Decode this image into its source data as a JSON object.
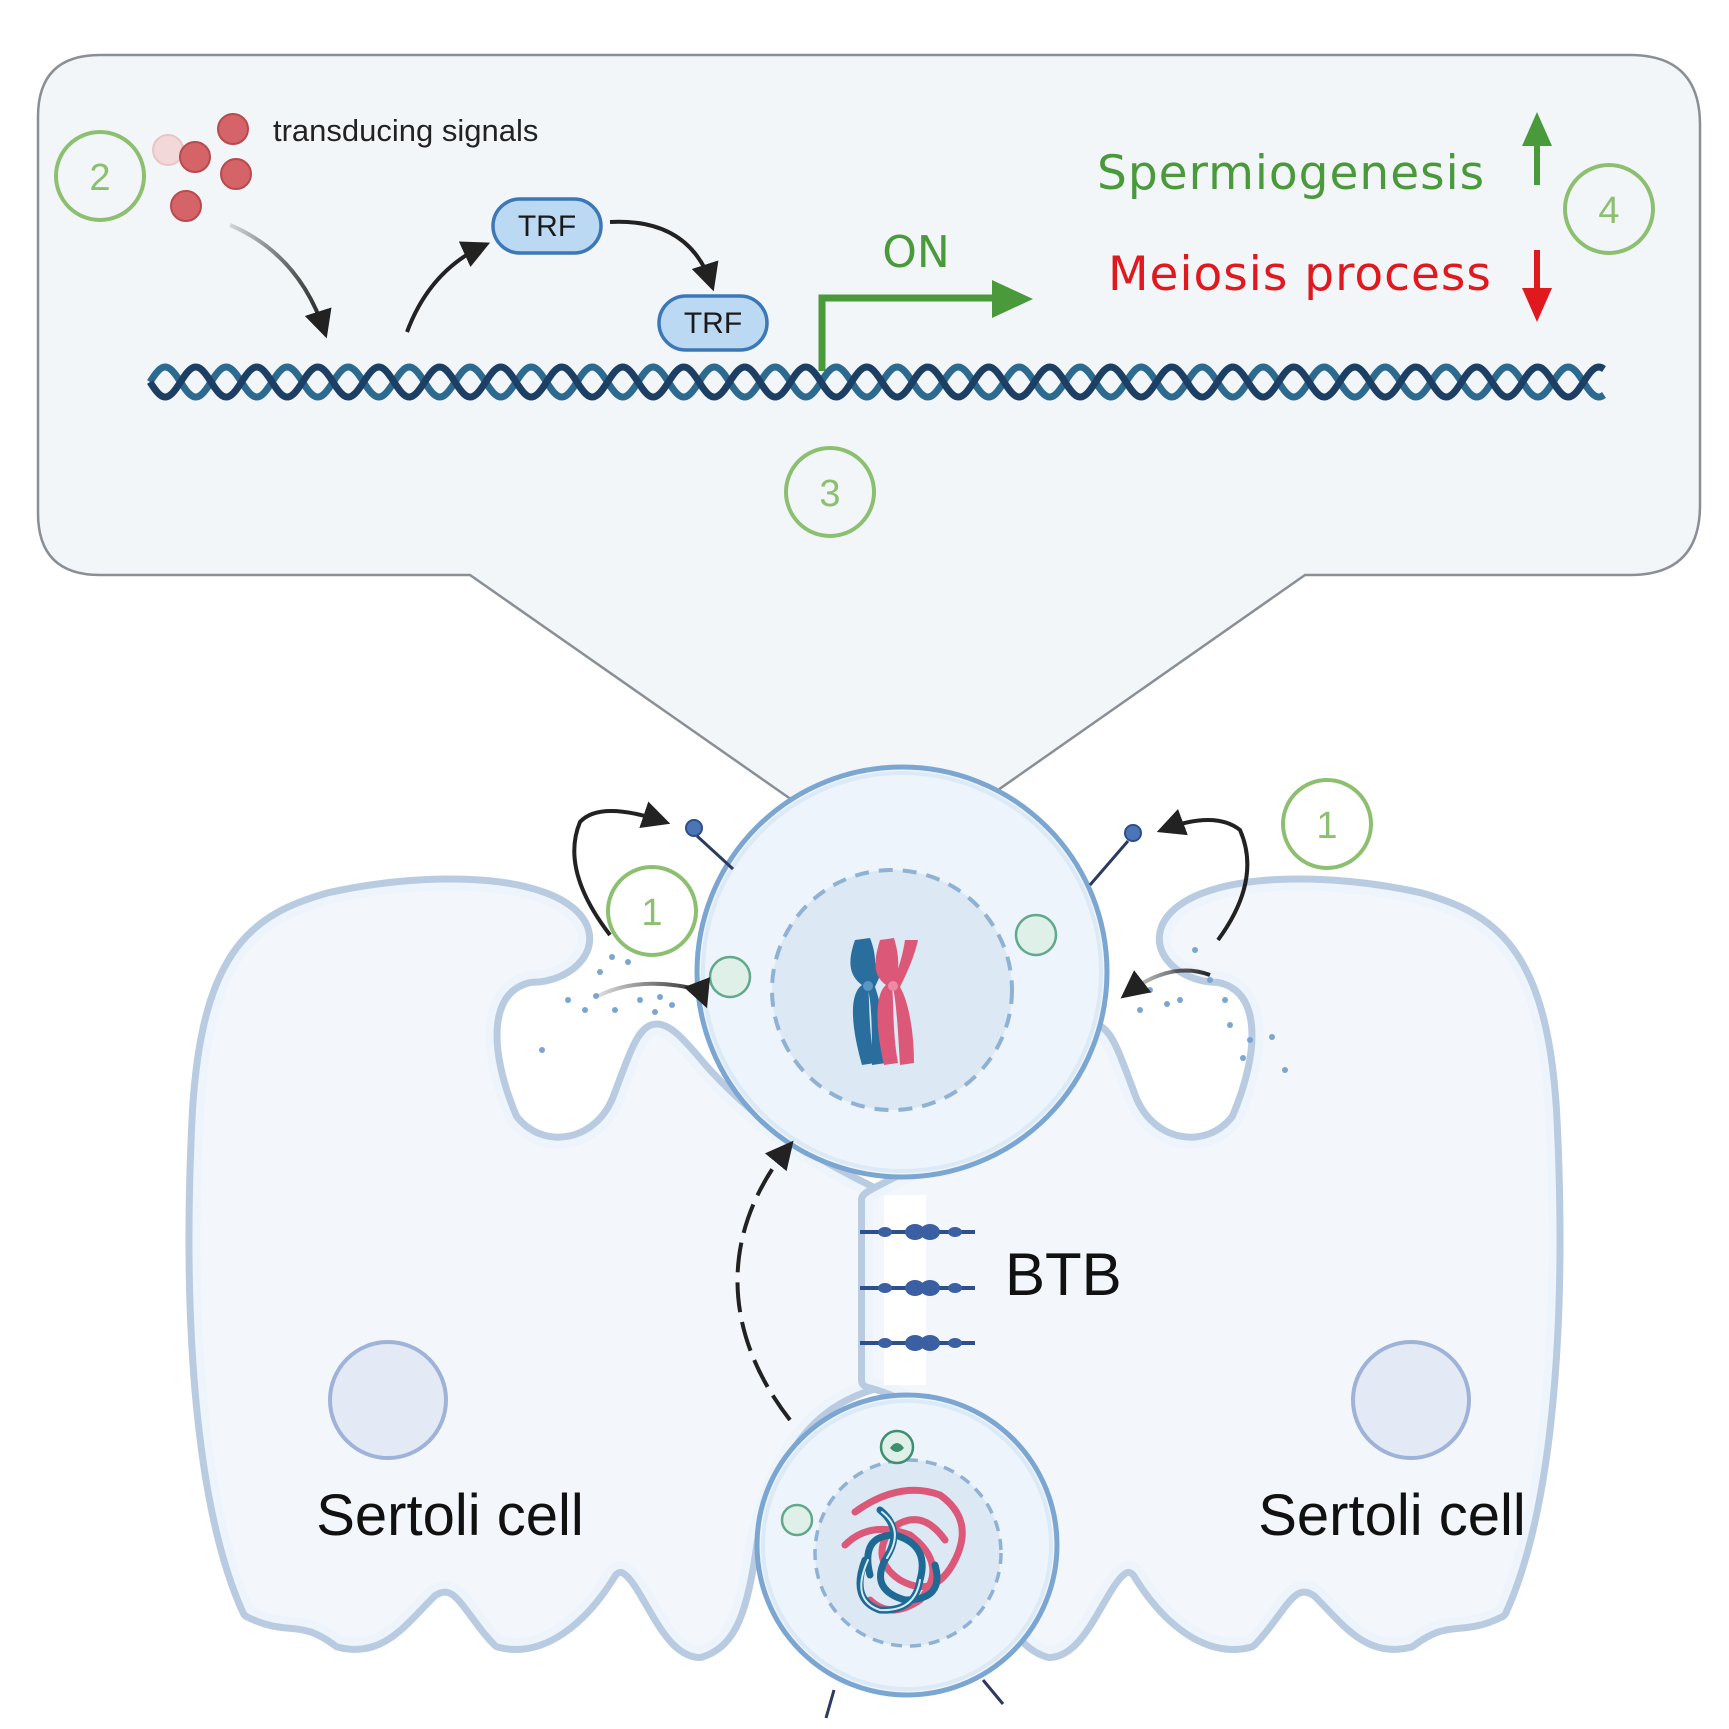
{
  "callout": {
    "signals_label": "transducing signals",
    "trf_label_1": "TRF",
    "trf_label_2": "TRF",
    "on_label": "ON",
    "outcome_up": "Spermiogenesis",
    "outcome_down": "Meiosis process",
    "steps": {
      "two": "2",
      "three": "3",
      "four": "4"
    }
  },
  "cells": {
    "left_label": "Sertoli cell",
    "right_label": "Sertoli cell",
    "barrier_label": "BTB",
    "steps": {
      "one_left": "1",
      "one_right": "1"
    }
  },
  "colors": {
    "step_ring": "#8cc070",
    "up_green": "#4a9a3c",
    "down_red": "#e0191f",
    "dna_dark": "#1d3f63",
    "dna_mid": "#2d6a8f",
    "membrane": "#b9cbe0",
    "cell_fill": "#eef4fb",
    "chrom_blue": "#2a6e9e",
    "chrom_pink": "#db5878",
    "trf_fill": "#bcd9f3",
    "signal_red": "#c85458"
  }
}
